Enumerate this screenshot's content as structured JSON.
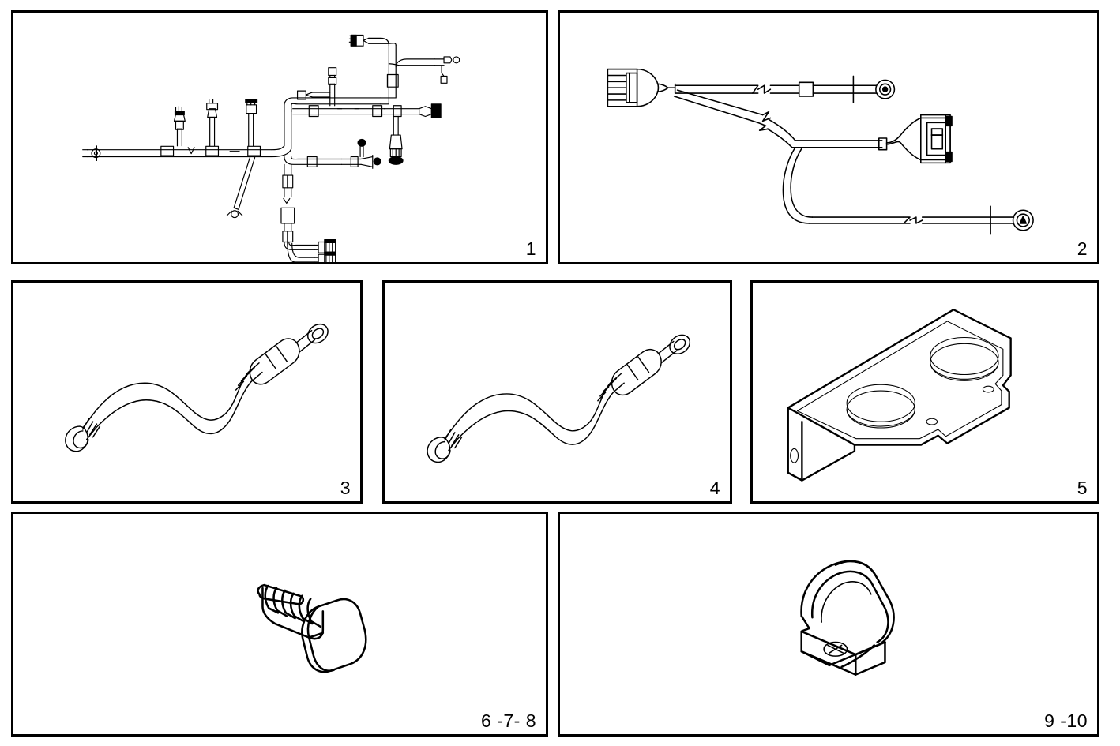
{
  "document": {
    "type": "parts-illustration",
    "title": "Parts Illustration Sheet",
    "background_color": "#ffffff",
    "line_color": "#000000",
    "panel_count": 7
  },
  "panels": [
    {
      "id": "panel-1",
      "number_label": "1",
      "item_name": "main-engine-wiring-harness",
      "description": "Multi-branch engine wiring harness with inline connectors, splices and terminal plugs"
    },
    {
      "id": "panel-2",
      "number_label": "2",
      "item_name": "battery-positive-cable-assembly",
      "description": "Battery cable assembly with two plug connectors and two ring eyelet terminals"
    },
    {
      "id": "panel-3",
      "number_label": "3",
      "item_name": "battery-cable-long",
      "description": "Heavy gauge battery cable with crimped ring terminals at both ends"
    },
    {
      "id": "panel-4",
      "number_label": "4",
      "item_name": "battery-cable-short",
      "description": "Heavy gauge battery cable with crimped ring terminals at both ends"
    },
    {
      "id": "panel-5",
      "number_label": "5",
      "item_name": "mounting-bracket",
      "description": "Sheet metal mounting bracket with two large bores and small fastener holes"
    },
    {
      "id": "panel-6",
      "number_label": "6 -7- 8",
      "item_name": "hex-head-bolt",
      "description": "Hex head threaded bolt / screw"
    },
    {
      "id": "panel-7",
      "number_label": "9 -10",
      "item_name": "cable-clamp",
      "description": "P-clip cable retaining clamp with mounting hole"
    }
  ]
}
